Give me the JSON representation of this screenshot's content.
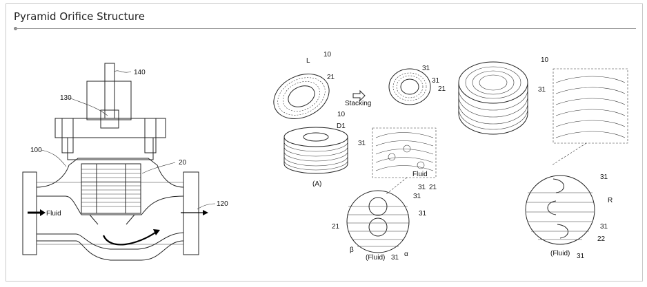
{
  "header": {
    "title": "Pyramid Orifice Structure"
  },
  "valve": {
    "labels": {
      "stem": "140",
      "bonnet": "130",
      "body": "100",
      "orifice": "20",
      "outlet": "120",
      "fluid": "Fluid"
    }
  },
  "plates": {
    "disc_ref": "10",
    "l_mark": "L",
    "disc_groove": "21",
    "stacking": "Stacking",
    "stack_ref": "10",
    "d1": "D1",
    "stack_groove": "31",
    "caption_a": "(A)",
    "top_ref": "31",
    "small_31": "31",
    "small_21": "21",
    "mid_fluid": "Fluid",
    "mid_31": "31",
    "mid_21": "21",
    "circ_31a": "31",
    "circ_31b": "31",
    "circ_21": "21",
    "beta": "β",
    "fluid_paren": "(Fluid)",
    "circ_31c": "31",
    "alpha": "α"
  },
  "right_fig": {
    "ref10": "10",
    "ref31": "31",
    "c31": "31",
    "r": "R",
    "c31b": "31",
    "c22": "22",
    "fluid_paren": "(Fluid)",
    "c31c": "31"
  }
}
